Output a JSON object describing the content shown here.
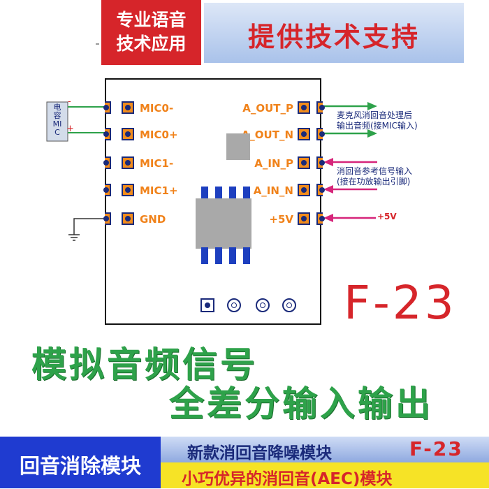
{
  "header": {
    "badge_line1": "专业语音",
    "badge_line2": "技术应用",
    "support_text": "提供技术支持"
  },
  "mic": {
    "label": "电容MIC",
    "minus": "-",
    "plus": "+"
  },
  "pins_left": [
    "MIC0-",
    "MIC0+",
    "MIC1-",
    "MIC1+",
    "GND"
  ],
  "pins_right": [
    "A_OUT_P",
    "A_OUT_N",
    "A_IN_P",
    "A_IN_N",
    "+5V"
  ],
  "notes": {
    "out_line1": "麦克风消回音处理后",
    "out_line2": "输出音频(接MIC输入)",
    "in_line1": "消回音参考信号输入",
    "in_line2": "(接在功放输出引脚)",
    "power": "+5V"
  },
  "model_big": "F-23",
  "slogan_line1": "模拟音频信号",
  "slogan_line2": "全差分输入输出",
  "footer": {
    "left": "回音消除模块",
    "right_top": "新款消回音降噪模块",
    "right_top_model": "F-23",
    "right_bottom": "小巧优异的消回音(AEC)模块"
  },
  "colors": {
    "red": "#d6252a",
    "blue": "#1f3bd0",
    "green": "#2ea24a",
    "orange": "#f0821a",
    "yellow": "#f6e326"
  }
}
